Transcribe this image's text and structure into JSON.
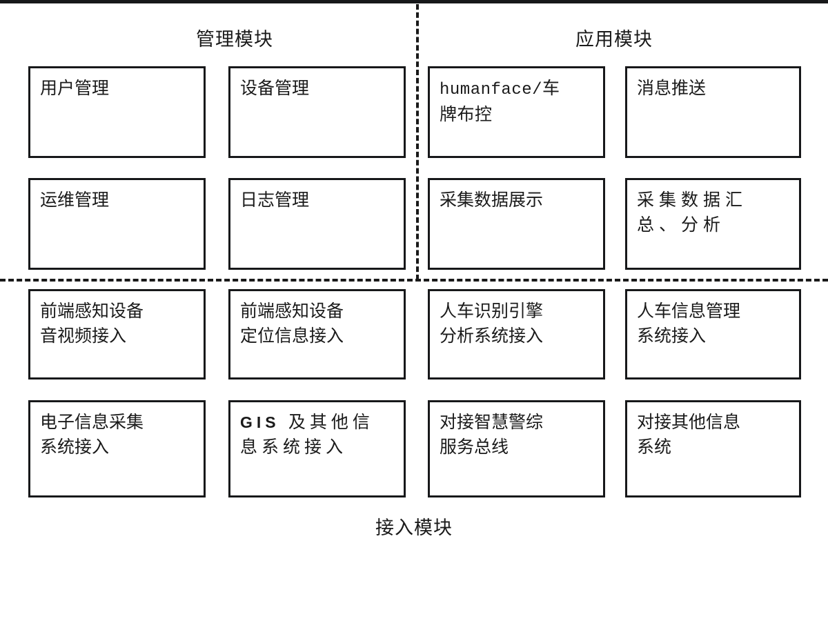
{
  "diagram": {
    "title_manage": "管理模块",
    "title_app": "应用模块",
    "title_access": "接入模块",
    "colors": {
      "line": "#17181a",
      "text": "#1a1a1a",
      "background": "#ffffff"
    },
    "sections": [
      {
        "name": "management-module",
        "label": "管理模块",
        "label_position": "top-left",
        "boxes": [
          "用户管理",
          "设备管理",
          "运维管理",
          "日志管理"
        ]
      },
      {
        "name": "application-module",
        "label": "应用模块",
        "label_position": "top-right",
        "boxes": [
          "humanface/车牌布控",
          "消息推送",
          "采集数据展示",
          "采集数据汇总、分析"
        ]
      },
      {
        "name": "access-module",
        "label": "接入模块",
        "label_position": "bottom",
        "boxes": [
          "前端感知设备音视频接入",
          "前端感知设备定位信息接入",
          "人车识别引擎分析系统接入",
          "人车信息管理系统接入",
          "电子信息采集系统接入",
          "GIS 及其他信息系统接入",
          "对接智慧警综服务总线",
          "对接其他信息系统"
        ]
      }
    ],
    "boxes": {
      "r1c1": "用户管理",
      "r1c2": "设备管理",
      "r1c3_latin": "humanface/",
      "r1c3_cjk": "车\n牌布控",
      "r1c4": "消息推送",
      "r2c1": "运维管理",
      "r2c2": "日志管理",
      "r2c3": "采集数据展示",
      "r2c4": "采集数据汇\n总、分析",
      "r3c1": "前端感知设备\n音视频接入",
      "r3c2": "前端感知设备\n定位信息接入",
      "r3c3": "人车识别引擎\n分析系统接入",
      "r3c4": "人车信息管理\n系统接入",
      "r4c1": "电子信息采集\n系统接入",
      "r4c2_latin": "GIS",
      "r4c2_cjk": " 及其他信\n息系统接入",
      "r4c3": "对接智慧警综\n服务总线",
      "r4c4": "对接其他信息\n系统"
    }
  }
}
